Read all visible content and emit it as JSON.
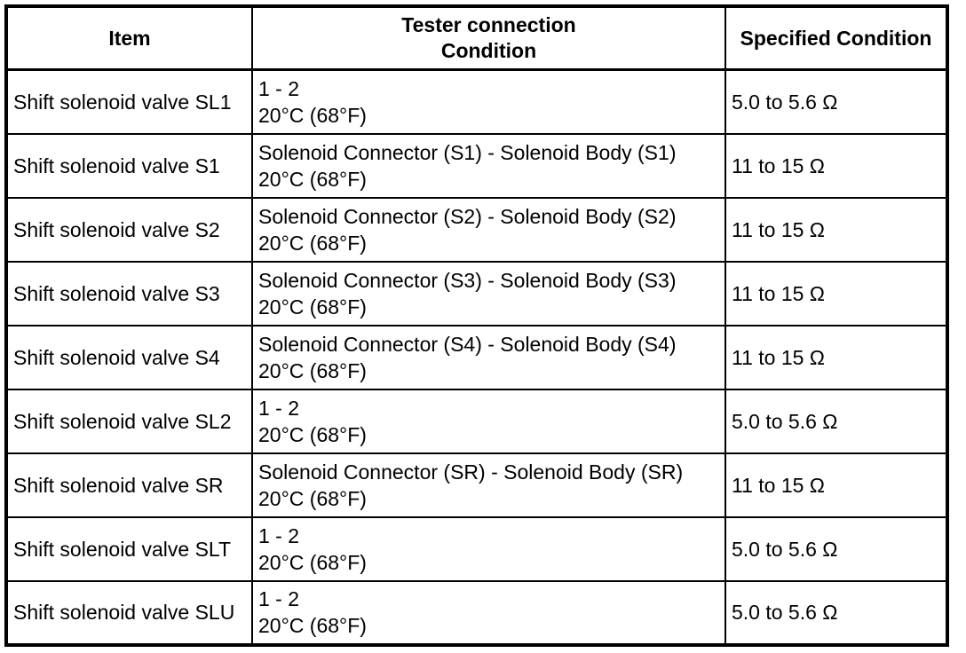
{
  "table": {
    "columns": [
      "Item",
      "Tester connection\nCondition",
      "Specified Condition"
    ],
    "rows": [
      {
        "item": "Shift solenoid valve SL1",
        "condition": "1 - 2\n20°C (68°F)",
        "spec": "5.0 to 5.6 Ω"
      },
      {
        "item": "Shift solenoid valve S1",
        "condition": "Solenoid Connector (S1) - Solenoid Body (S1)\n20°C (68°F)",
        "spec": "11 to 15 Ω"
      },
      {
        "item": "Shift solenoid valve S2",
        "condition": "Solenoid Connector (S2) - Solenoid Body (S2)\n20°C (68°F)",
        "spec": "11 to 15 Ω"
      },
      {
        "item": "Shift solenoid valve S3",
        "condition": "Solenoid Connector (S3) - Solenoid Body (S3)\n20°C (68°F)",
        "spec": "11 to 15 Ω"
      },
      {
        "item": "Shift solenoid valve S4",
        "condition": "Solenoid Connector (S4) - Solenoid Body (S4)\n20°C (68°F)",
        "spec": "11 to 15 Ω"
      },
      {
        "item": "Shift solenoid valve SL2",
        "condition": "1 - 2\n20°C (68°F)",
        "spec": "5.0 to 5.6 Ω"
      },
      {
        "item": "Shift solenoid valve SR",
        "condition": "Solenoid Connector (SR) - Solenoid Body (SR)\n20°C (68°F)",
        "spec": "11 to 15 Ω"
      },
      {
        "item": "Shift solenoid valve SLT",
        "condition": "1 - 2\n20°C (68°F)",
        "spec": "5.0 to 5.6 Ω"
      },
      {
        "item": "Shift solenoid valve SLU",
        "condition": "1 - 2\n20°C (68°F)",
        "spec": "5.0 to 5.6 Ω"
      }
    ],
    "colors": {
      "border": "#000000",
      "text": "#000000",
      "background": "#ffffff"
    }
  }
}
